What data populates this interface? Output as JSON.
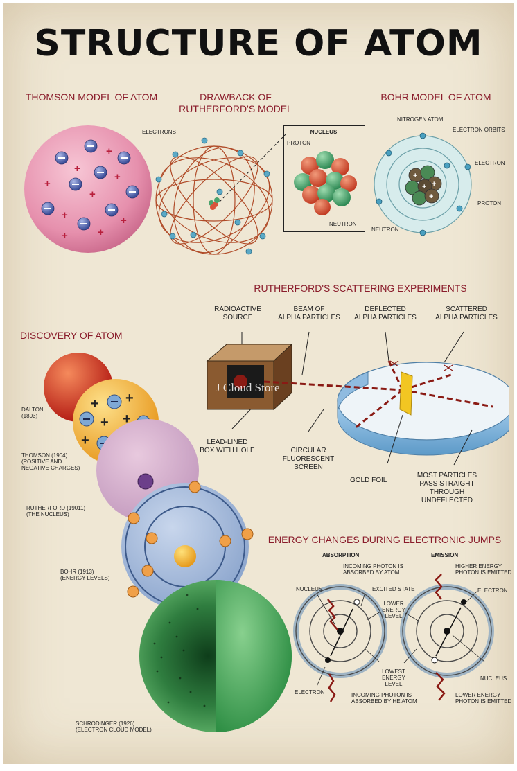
{
  "title": "STRUCTURE OF ATOM",
  "watermark": "J Cloud Store",
  "thomson": {
    "heading": "THOMSON MODEL OF ATOM"
  },
  "drawback": {
    "heading_line1": "DRAWBACK OF",
    "heading_line2": "RUTHERFORD'S MODEL",
    "electrons": "ELECTRONS",
    "nucleus": "NUCLEUS",
    "proton": "PROTON",
    "neutron": "NEUTRON"
  },
  "bohr": {
    "heading": "BOHR MODEL OF ATOM",
    "nitrogen": "NITROGEN ATOM",
    "orbits": "ELECTRON ORBITS",
    "electron": "ELECTRON",
    "proton": "PROTON",
    "neutron": "NEUTRON"
  },
  "discovery": {
    "heading": "DISCOVERY OF ATOM",
    "items": [
      {
        "line1": "DALTON",
        "line2": "(1803)",
        "line3": ""
      },
      {
        "line1": "THOMSON (1904)",
        "line2": "(POSITIVE AND",
        "line3": "NEGATIVE CHARGES)"
      },
      {
        "line1": "RUTHERFORD (19011)",
        "line2": "(THE NUCLEUS)",
        "line3": ""
      },
      {
        "line1": "BOHR (1913)",
        "line2": "(ENERGY LEVELS)",
        "line3": ""
      },
      {
        "line1": "SCHRODINGER (1926)",
        "line2": "(ELECTRON CLOUD MODEL)",
        "line3": ""
      }
    ]
  },
  "scattering": {
    "heading": "RUTHERFORD'S SCATTERING EXPERIMENTS",
    "source_l1": "RADIOACTIVE",
    "source_l2": "SOURCE",
    "beam_l1": "BEAM OF",
    "beam_l2": "ALPHA PARTICLES",
    "deflected_l1": "DEFLECTED",
    "deflected_l2": "ALPHA PARTICLES",
    "scattered_l1": "SCATTERED",
    "scattered_l2": "ALPHA PARTICLES",
    "box_l1": "LEAD-LINED",
    "box_l2": "BOX WITH HOLE",
    "screen_l1": "CIRCULAR",
    "screen_l2": "FLUORESCENT",
    "screen_l3": "SCREEN",
    "foil": "GOLD FOIL",
    "most_l1": "MOST PARTICLES",
    "most_l2": "PASS STRAIGHT",
    "most_l3": "THROUGH UNDEFLECTED"
  },
  "energy": {
    "heading": "ENERGY CHANGES DURING ELECTRONIC JUMPS",
    "absorption": "ABSORPTION",
    "emission": "EMISSION",
    "incoming_top_l1": "INCOMING PHOTON IS",
    "incoming_top_l2": "ABSORBED BY ATOM",
    "nucleus": "NUCLEUS",
    "excited": "EXCITED STATE",
    "lower_l1": "LOWER",
    "lower_l2": "ENERGY",
    "lower_l3": "LEVEL",
    "lowest_l1": "LOWEST",
    "lowest_l2": "ENERGY",
    "lowest_l3": "LEVEL",
    "electron_left": "ELECTRON",
    "incoming_bottom_l1": "INCOMING PHOTON IS",
    "incoming_bottom_l2": "ABSORBED BY HE ATOM",
    "higher_l1": "HIGHER ENERGY",
    "higher_l2": "PHOTON IS EMITTED",
    "electron_right": "ELECTRON",
    "nucleus_right": "NUCLEUS",
    "lower_emit_l1": "LOWER ENERGY",
    "lower_emit_l2": "PHOTON IS EMITTED"
  },
  "colors": {
    "background": "#efe7d4",
    "heading": "#8a1c2b",
    "proton": "#d9533a",
    "neutron": "#4aa36c",
    "electron": "#4a78a8"
  }
}
